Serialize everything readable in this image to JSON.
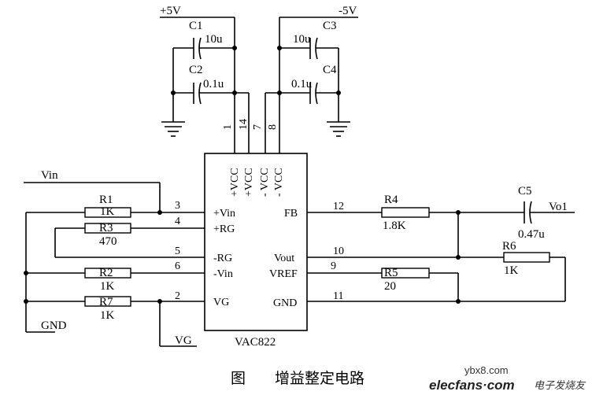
{
  "rails": {
    "pos": "+5V",
    "neg": "-5V"
  },
  "capacitors": [
    {
      "ref": "C1",
      "value": "10u"
    },
    {
      "ref": "C2",
      "value": "0.1u"
    },
    {
      "ref": "C3",
      "value": "10u"
    },
    {
      "ref": "C4",
      "value": "0.1u"
    },
    {
      "ref": "C5",
      "value": "0.47u"
    }
  ],
  "resistors": [
    {
      "ref": "R1",
      "value": "1K"
    },
    {
      "ref": "R3",
      "value": "470"
    },
    {
      "ref": "R2",
      "value": "1K"
    },
    {
      "ref": "R7",
      "value": "1K"
    },
    {
      "ref": "R4",
      "value": "1.8K"
    },
    {
      "ref": "R5",
      "value": "20"
    },
    {
      "ref": "R6",
      "value": "1K"
    }
  ],
  "chip": {
    "name": "VAC822",
    "top_pins": [
      "1",
      "14",
      "7",
      "8"
    ],
    "top_labels": [
      "+VCC",
      "+VCC",
      "- VCC",
      "- VCC"
    ],
    "left_labels": [
      "+Vin",
      "+RG",
      "-RG",
      "-Vin",
      "VG"
    ],
    "left_pins": [
      "3",
      "4",
      "5",
      "6",
      "2"
    ],
    "right_labels": [
      "FB",
      "Vout",
      "VREF",
      "GND"
    ],
    "right_pins": [
      "12",
      "10",
      "9",
      "11"
    ]
  },
  "nets": {
    "vin": "Vin",
    "gnd": "GND",
    "vg": "VG",
    "vo1": "Vo1"
  },
  "caption": {
    "prefix": "图",
    "title": "增益整定电路"
  },
  "watermark": {
    "site": "ybx8.com",
    "brand": "elecfans·com",
    "cn": "电子发烧友"
  }
}
